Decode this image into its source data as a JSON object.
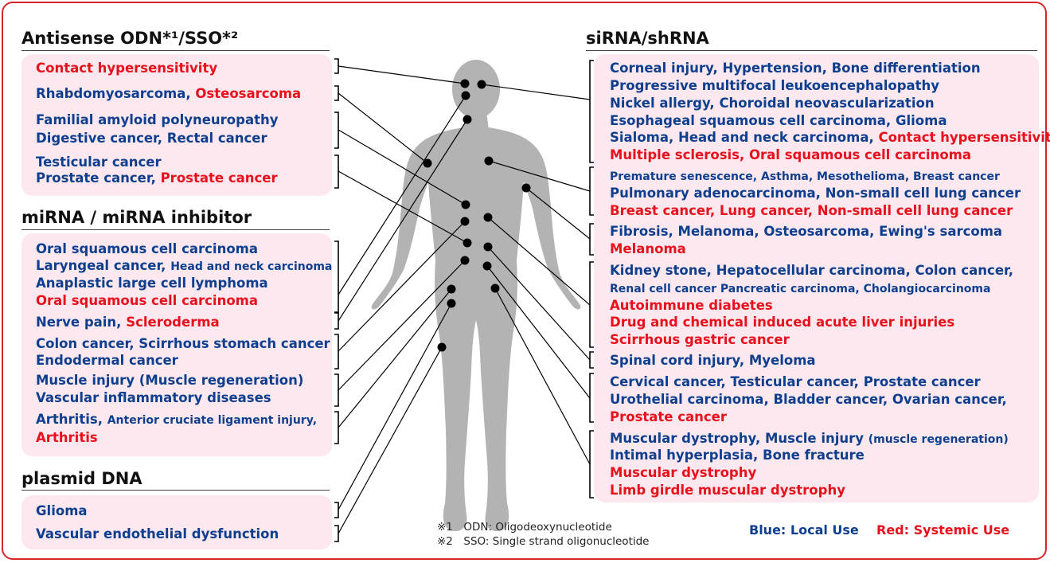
{
  "sections": {
    "antisense": {
      "title": "Antisense ODN*¹/SSO*²",
      "groups": [
        [
          [
            {
              "t": "Contact hypersensitivity",
              "c": "r"
            }
          ]
        ],
        [
          [
            {
              "t": "Rhabdomyosarcoma, ",
              "c": "b"
            },
            {
              "t": "Osteosarcoma",
              "c": "r"
            }
          ]
        ],
        [
          [
            {
              "t": "Familial amyloid polyneuropathy",
              "c": "b"
            }
          ],
          [
            {
              "t": "Digestive cancer, Rectal cancer",
              "c": "b"
            }
          ]
        ],
        [
          [
            {
              "t": "Testicular cancer",
              "c": "b"
            }
          ],
          [
            {
              "t": "Prostate cancer, ",
              "c": "b"
            },
            {
              "t": "Prostate cancer",
              "c": "r"
            }
          ]
        ]
      ]
    },
    "mirna": {
      "title": "miRNA / miRNA inhibitor",
      "groups": [
        [
          [
            {
              "t": "Oral squamous cell carcinoma",
              "c": "b"
            }
          ],
          [
            {
              "t": "Laryngeal cancer, ",
              "c": "b"
            },
            {
              "t": "Head and neck carcinoma",
              "c": "b",
              "s": 1
            }
          ],
          [
            {
              "t": "Anaplastic large cell lymphoma",
              "c": "b"
            }
          ],
          [
            {
              "t": "Oral squamous cell carcinoma",
              "c": "r"
            }
          ]
        ],
        [
          [
            {
              "t": "Nerve pain, ",
              "c": "b"
            },
            {
              "t": "Scleroderma",
              "c": "r"
            }
          ]
        ],
        [
          [
            {
              "t": "Colon cancer, Scirrhous stomach cancer",
              "c": "b"
            }
          ],
          [
            {
              "t": "Endodermal cancer",
              "c": "b"
            }
          ]
        ],
        [
          [
            {
              "t": "Muscle injury (Muscle regeneration)",
              "c": "b"
            }
          ],
          [
            {
              "t": "Vascular inflammatory diseases",
              "c": "b"
            }
          ]
        ],
        [
          [
            {
              "t": "Arthritis, ",
              "c": "b"
            },
            {
              "t": "Anterior cruciate ligament injury,",
              "c": "b",
              "s": 1
            }
          ],
          [
            {
              "t": "Arthritis",
              "c": "r"
            }
          ]
        ]
      ]
    },
    "plasmid": {
      "title": "plasmid DNA",
      "groups": [
        [
          [
            {
              "t": "Glioma",
              "c": "b"
            }
          ]
        ],
        [
          [
            {
              "t": "Vascular endothelial dysfunction",
              "c": "b"
            }
          ]
        ]
      ]
    },
    "sirna": {
      "title": "siRNA/shRNA",
      "groups": [
        [
          [
            {
              "t": "Corneal injury, Hypertension, Bone differentiation",
              "c": "b"
            }
          ],
          [
            {
              "t": "Progressive multifocal leukoencephalopathy",
              "c": "b"
            }
          ],
          [
            {
              "t": "Nickel allergy, Choroidal neovascularization",
              "c": "b"
            }
          ],
          [
            {
              "t": "Esophageal squamous cell carcinoma, Glioma",
              "c": "b"
            }
          ],
          [
            {
              "t": "Sialoma, Head and neck carcinoma, ",
              "c": "b"
            },
            {
              "t": "Contact hypersensitivity",
              "c": "r"
            }
          ],
          [
            {
              "t": "Multiple sclerosis, Oral squamous cell carcinoma",
              "c": "r"
            }
          ]
        ],
        [
          [
            {
              "t": "Premature senescence, Asthma, Mesothelioma, Breast cancer",
              "c": "b",
              "s": 1
            }
          ],
          [
            {
              "t": "Pulmonary adenocarcinoma, Non-small cell lung cancer",
              "c": "b"
            }
          ],
          [
            {
              "t": "Breast cancer, Lung cancer, Non-small cell lung cancer",
              "c": "r"
            }
          ]
        ],
        [
          [
            {
              "t": "Fibrosis, Melanoma, Osteosarcoma, Ewing's sarcoma",
              "c": "b"
            }
          ],
          [
            {
              "t": "Melanoma",
              "c": "r"
            }
          ]
        ],
        [
          [
            {
              "t": "Kidney stone, Hepatocellular carcinoma, Colon cancer,",
              "c": "b"
            }
          ],
          [
            {
              "t": "Renal cell cancer Pancreatic carcinoma, Cholangiocarcinoma",
              "c": "b",
              "s": 1
            }
          ],
          [
            {
              "t": "Autoimmune diabetes",
              "c": "r"
            }
          ],
          [
            {
              "t": "Drug and chemical induced acute liver injuries",
              "c": "r"
            }
          ],
          [
            {
              "t": "Scirrhous gastric cancer",
              "c": "r"
            }
          ]
        ],
        [
          [
            {
              "t": "Spinal cord injury, Myeloma",
              "c": "b"
            }
          ]
        ],
        [
          [
            {
              "t": "Cervical cancer, Testicular cancer, Prostate cancer",
              "c": "b"
            }
          ],
          [
            {
              "t": "Urothelial carcinoma, Bladder cancer, Ovarian cancer,",
              "c": "b"
            }
          ],
          [
            {
              "t": "Prostate cancer",
              "c": "r"
            }
          ]
        ],
        [
          [
            {
              "t": "Muscular dystrophy, Muscle injury ",
              "c": "b"
            },
            {
              "t": "(muscle regeneration)",
              "c": "b",
              "s": 1
            }
          ],
          [
            {
              "t": "Intimal hyperplasia, Bone fracture",
              "c": "b"
            }
          ],
          [
            {
              "t": "Muscular dystrophy",
              "c": "r"
            }
          ],
          [
            {
              "t": "Limb girdle muscular dystrophy",
              "c": "r"
            }
          ]
        ]
      ]
    }
  },
  "footnotes": [
    "※1　ODN: Oligodeoxynucleotide",
    "※2　SSO: Single strand oligonucleotide"
  ],
  "legend": {
    "local": "Blue: Local Use",
    "systemic": "Red: Systemic Use"
  },
  "colors": {
    "local": "#0e3f8f",
    "systemic": "#e8101c",
    "panel": "#fce8ee",
    "frame": "#d6262c",
    "body": "#b3b3b3"
  }
}
